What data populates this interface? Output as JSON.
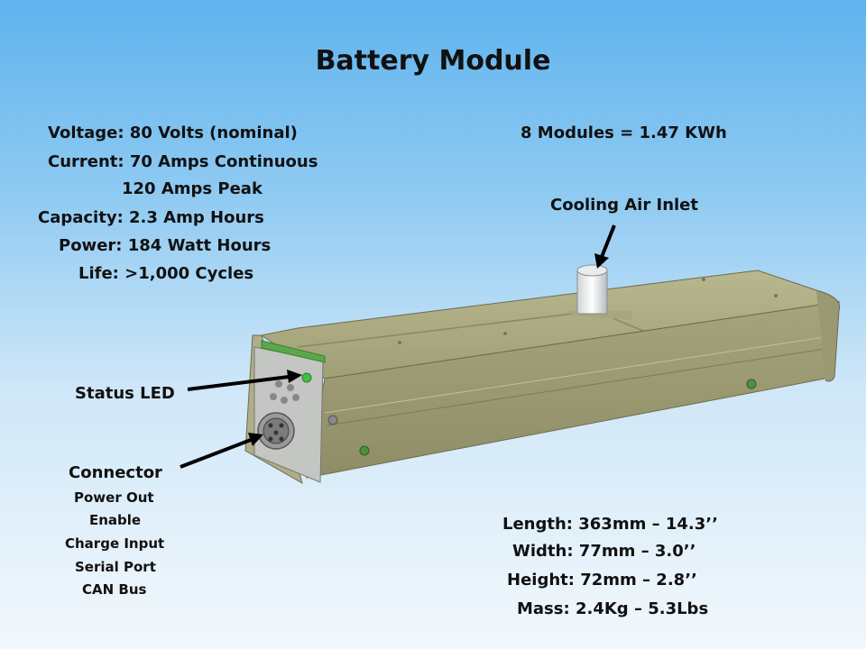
{
  "title": "Battery Module",
  "specs": {
    "voltage": "Voltage: 80 Volts (nominal)",
    "current": "Current: 70 Amps Continuous",
    "current_peak": "120 Amps Peak",
    "capacity": "Capacity: 2.3 Amp Hours",
    "power": "Power: 184 Watt Hours",
    "life": "Life: >1,000 Cycles",
    "modules": "8 Modules = 1.47 KWh"
  },
  "callouts": {
    "cooling": "Cooling Air Inlet",
    "status_led": "Status LED",
    "connector": "Connector",
    "connector_pins": [
      "Power Out",
      "Enable",
      "Charge Input",
      "Serial Port",
      "CAN Bus"
    ]
  },
  "dimensions": {
    "length": "Length: 363mm – 14.3’’",
    "width": "Width: 77mm – 3.0’’",
    "height": "Height: 72mm – 2.8’’",
    "mass": "Mass: 2.4Kg – 5.3Lbs"
  },
  "colors": {
    "housing": "#a8a67d",
    "housing_dark": "#8e8c66",
    "led": "#3fbf3f"
  }
}
